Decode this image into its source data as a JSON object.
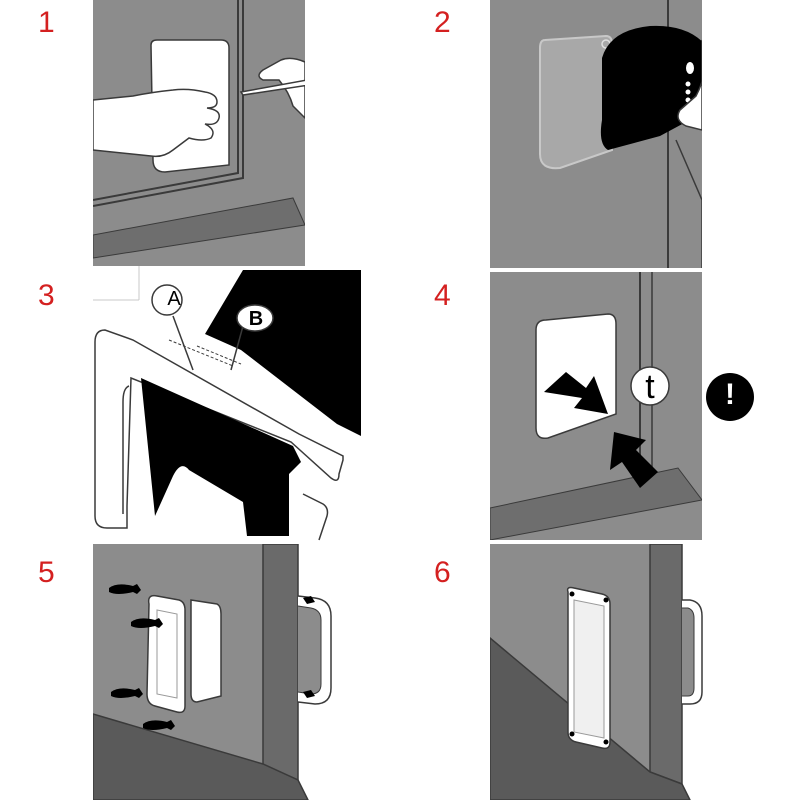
{
  "steps": [
    {
      "number": "1"
    },
    {
      "number": "2"
    },
    {
      "number": "3"
    },
    {
      "number": "4"
    },
    {
      "number": "5"
    },
    {
      "number": "6"
    }
  ],
  "callouts": {
    "label_a": "A",
    "label_b": "B",
    "label_t": "t",
    "warning_symbol": "!"
  },
  "colors": {
    "step_number": "#d42020",
    "door": "#8c8c8c",
    "outline": "#3a3a3a",
    "solid": "#000000",
    "panel": "#ffffff"
  },
  "icons": [
    "knife-icon",
    "jigsaw-icon",
    "arrow-icon",
    "warning-icon"
  ]
}
